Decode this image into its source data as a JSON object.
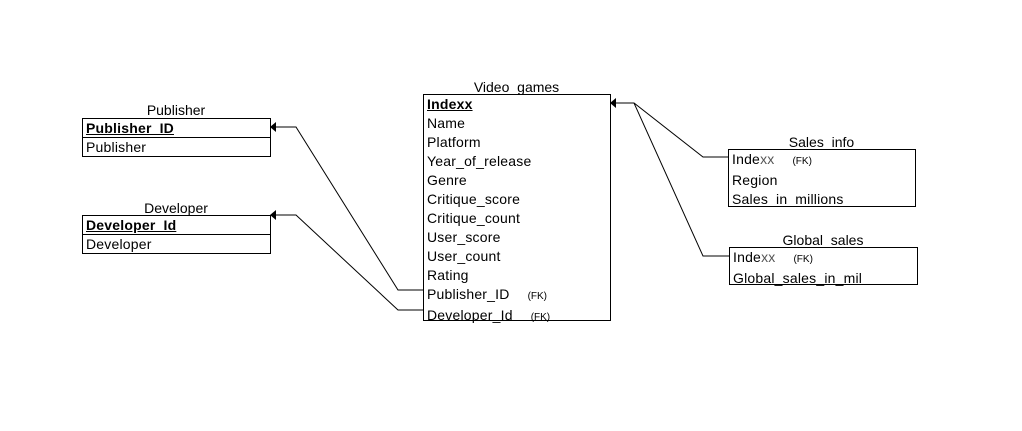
{
  "entities": {
    "video_games": {
      "title": "Video_games",
      "pk": "Indexx",
      "fields": [
        "Name",
        "Platform",
        "Year_of_release",
        "Genre",
        "Critique_score",
        "Critique_count",
        "User_score",
        "User_count",
        "Rating"
      ],
      "fk_fields": [
        {
          "name": "Publisher_ID",
          "tag": "(FK)"
        },
        {
          "name": "Developer_Id",
          "tag": "(FK)"
        }
      ]
    },
    "publisher": {
      "title": "Publisher",
      "pk": "Publisher_ID",
      "fields": [
        "Publisher"
      ]
    },
    "developer": {
      "title": "Developer",
      "pk": "Developer_Id",
      "fields": [
        "Developer"
      ]
    },
    "sales_info": {
      "title": "Sales_info",
      "fk_name_main": "Inde",
      "fk_name_tail": "xx",
      "fk_tag": "(FK)",
      "fields": [
        "Region",
        "Sales_in_millions"
      ]
    },
    "global_sales": {
      "title": "Global_sales",
      "fk_name_main": "Inde",
      "fk_name_tail": "xx",
      "fk_tag": "(FK)",
      "fields": [
        "Global_sales_in_mil"
      ]
    }
  },
  "colors": {
    "line": "#000000",
    "background": "#ffffff",
    "fk_tail_text": "#555555"
  }
}
